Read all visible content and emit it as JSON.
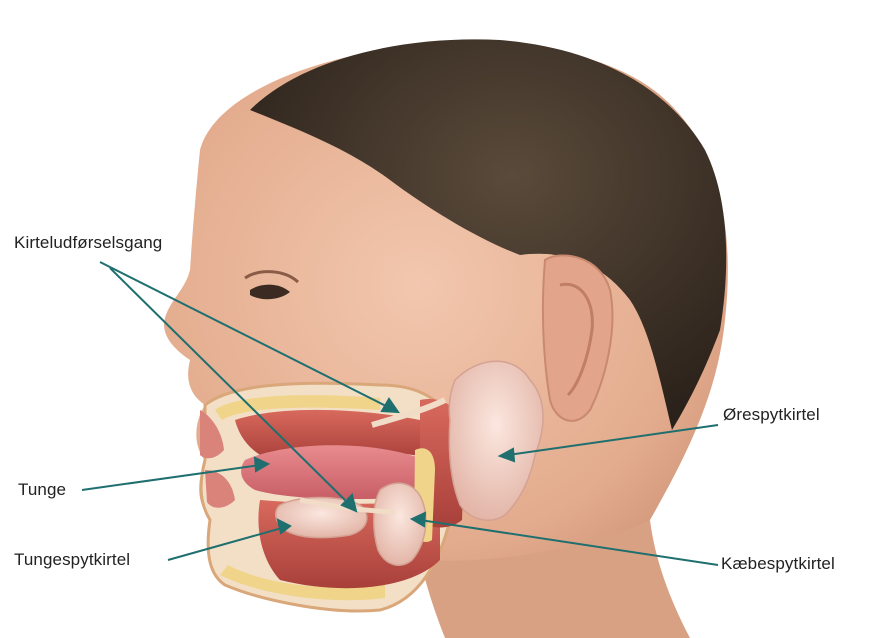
{
  "labels": {
    "duct": "Kirteludførselsgang",
    "parotid": "Ørespytkirtel",
    "tongue": "Tunge",
    "sublingual": "Tungespytkirtel",
    "submandibular": "Kæbespytkirtel"
  },
  "colors": {
    "leader": "#1f6f6f",
    "skin": "#e8b69a",
    "hair": "#3a2f25",
    "gland": "#f1d3c9",
    "muscle": "#c8564c",
    "tongue": "#d9747a",
    "bone": "#f0d48a",
    "background": "#ffffff"
  }
}
